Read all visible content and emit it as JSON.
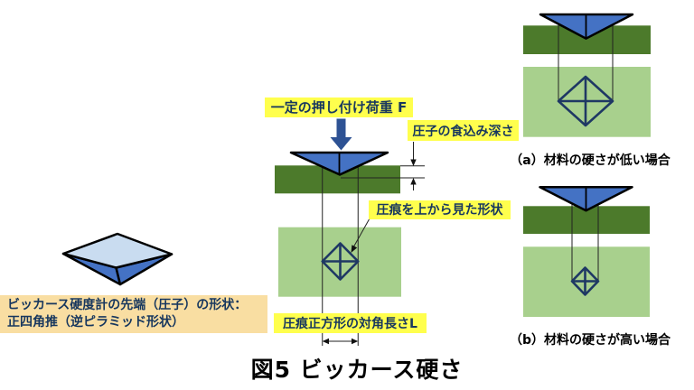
{
  "figure_caption": "図5 ビッカース硬さ",
  "main_diagram": {
    "force_label": "一定の押し付け荷重 F",
    "depth_label": "圧子の食込み深さ",
    "top_view_label": "圧痕を上から見た形状",
    "diagonal_label": "圧痕正方形の対角長さL"
  },
  "indenter_note": {
    "line1": "ビッカース硬度計の先端（圧子）の形状：",
    "line2": "正四角推（逆ピラミッド形状）"
  },
  "cases": {
    "a": "（a）材料の硬さが低い場合",
    "b": "（b）材料の硬さが高い場合"
  },
  "colors": {
    "highlight_yellow": "#FFFF4D",
    "caption_tan": "#F9DEA2",
    "navy_text": "#17375E",
    "dark_green": "#4C7A2B",
    "light_green": "#A8D08D",
    "indenter_blue": "#4472C4",
    "indenter_light_blue": "#C9DCF0",
    "outline_navy": "#1F3864",
    "force_arrow_blue": "#2E5294"
  }
}
